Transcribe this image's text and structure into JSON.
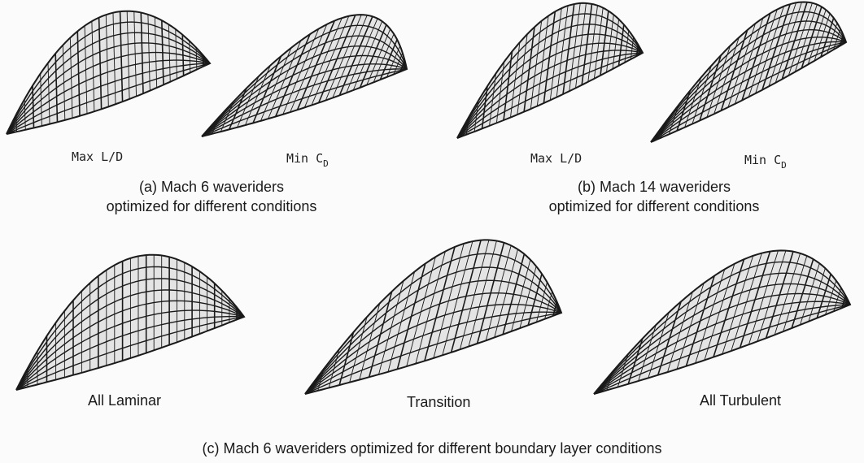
{
  "panel_a": {
    "items": [
      {
        "label": "Max L/D"
      },
      {
        "label_main": "Min C",
        "label_sub": "D"
      }
    ],
    "caption_line1": "(a) Mach 6 waveriders",
    "caption_line2": "optimized for different conditions"
  },
  "panel_b": {
    "items": [
      {
        "label": "Max L/D"
      },
      {
        "label_main": "Min C",
        "label_sub": "D"
      }
    ],
    "caption_line1": "(b) Mach 14 waveriders",
    "caption_line2": "optimized for different conditions"
  },
  "panel_c": {
    "items": [
      {
        "label": "All Laminar"
      },
      {
        "label": "Transition"
      },
      {
        "label": "All Turbulent"
      }
    ],
    "caption": "(c) Mach 6 waveriders optimized for different boundary layer conditions"
  }
}
